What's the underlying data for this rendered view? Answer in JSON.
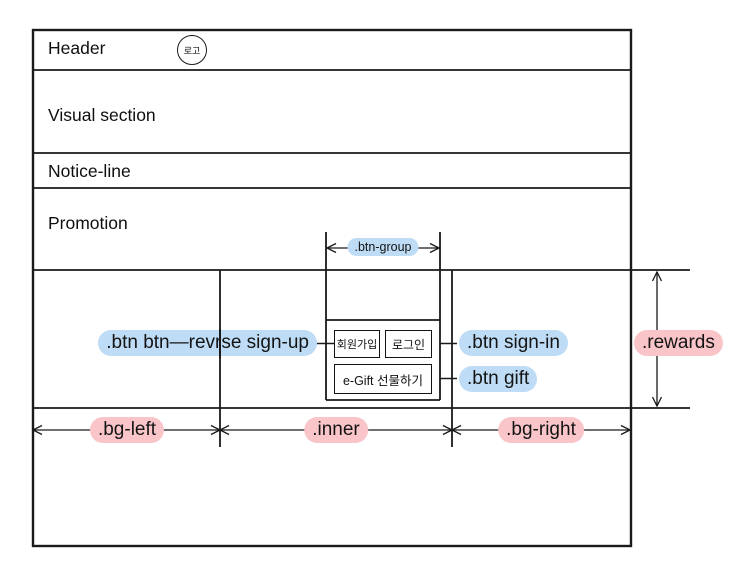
{
  "diagram": {
    "sections": {
      "header": "Header",
      "logo": "로고",
      "visual": "Visual section",
      "notice": "Notice-line",
      "promotion": "Promotion"
    },
    "buttons": {
      "join": "회원가입",
      "login": "로그인",
      "egift": "e-Gift 선물하기"
    },
    "annotations": {
      "btn_group": ".btn-group",
      "sign_up": ".btn btn—revrse sign-up",
      "sign_in": ".btn sign-in",
      "gift": ".btn gift",
      "rewards": ".rewards",
      "bg_left": ".bg-left",
      "inner": ".inner",
      "bg_right": ".bg-right"
    },
    "colors": {
      "highlight_blue": "#bedcf5",
      "highlight_pink": "#f9c5c9",
      "line": "#1a1a1a"
    }
  }
}
